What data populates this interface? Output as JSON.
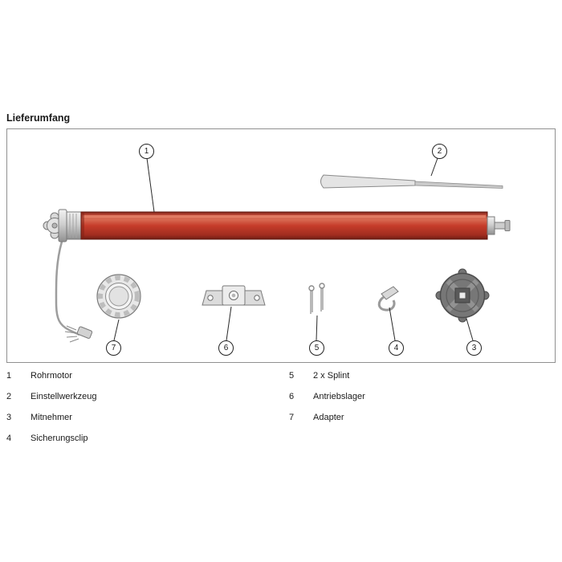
{
  "title": "Lieferumfang",
  "callouts": [
    "1",
    "2",
    "3",
    "4",
    "5",
    "6",
    "7"
  ],
  "legend": {
    "left": [
      {
        "num": "1",
        "label": "Rohrmotor"
      },
      {
        "num": "2",
        "label": "Einstellwerkzeug"
      },
      {
        "num": "3",
        "label": "Mitnehmer"
      },
      {
        "num": "4",
        "label": "Sicherungsclip"
      }
    ],
    "right": [
      {
        "num": "5",
        "label": "2 x Splint"
      },
      {
        "num": "6",
        "label": "Antriebslager"
      },
      {
        "num": "7",
        "label": "Adapter"
      }
    ]
  },
  "colors": {
    "tube_red": "#c63d2b",
    "metal_gray": "#cfcfcf",
    "dark_wheel": "#777777",
    "frame_border": "#909090",
    "leader_line": "#2a2a2a"
  }
}
